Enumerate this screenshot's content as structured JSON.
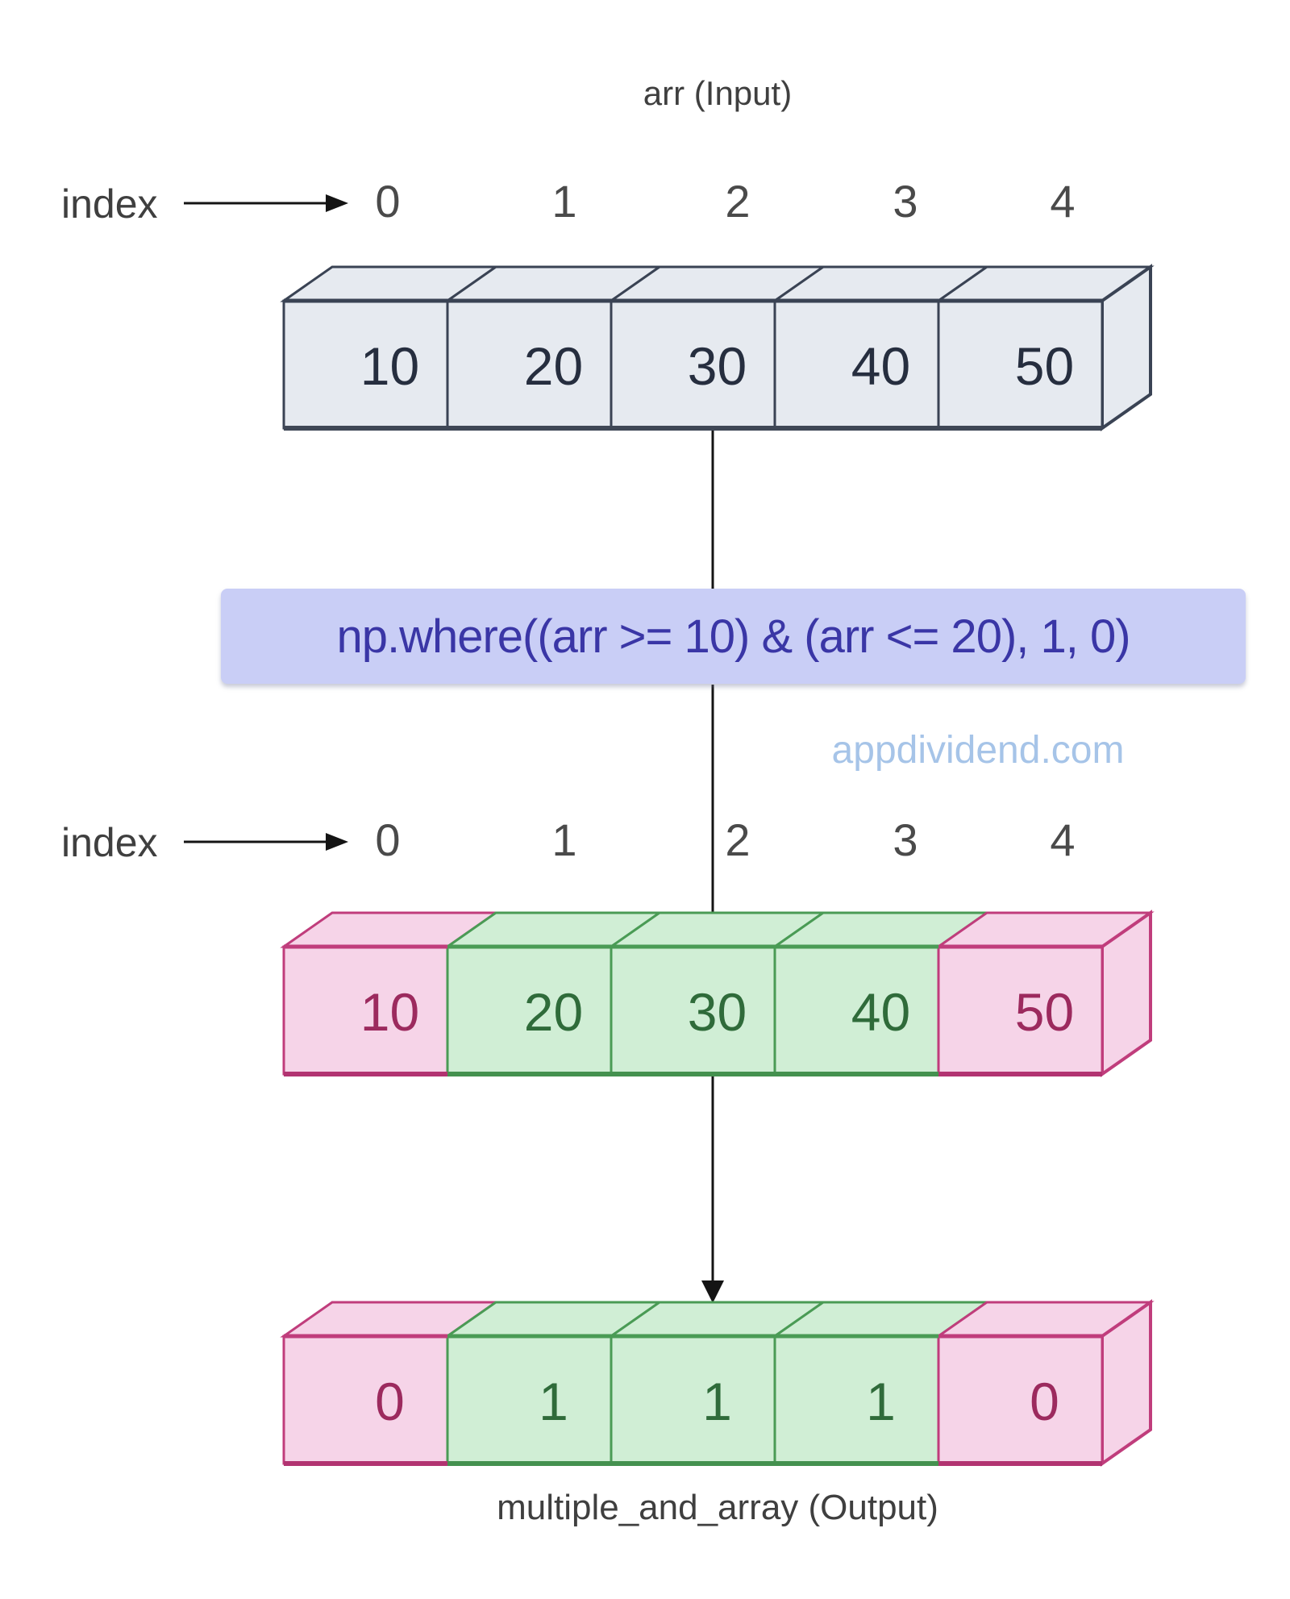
{
  "title": "arr (Input)",
  "index_rows": {
    "label": "index",
    "values": [
      "0",
      "1",
      "2",
      "3",
      "4"
    ]
  },
  "expression": "np.where((arr >= 10) & (arr <= 20), 1, 0)",
  "watermark": "appdividend.com",
  "output_label": "multiple_and_array (Output)",
  "colors": {
    "line": "#141414",
    "label_text": "#3f3f3f",
    "index_text": "#4a4a4a",
    "expression_bg": "#c9cef6",
    "expression_text": "#3a36a6",
    "watermark_text": "#a6c4e8",
    "schemes": {
      "gray": {
        "fill": "#e6eaf0",
        "border": "#3a4354",
        "edge": "#3f4756",
        "text": "#262e3f"
      },
      "pink": {
        "fill": "#f6d4e8",
        "border": "#c03d7c",
        "edge": "#b23371",
        "text": "#9c2a5e"
      },
      "green": {
        "fill": "#d0eed5",
        "border": "#4a9b55",
        "edge": "#44914f",
        "text": "#2f6b3a"
      }
    }
  },
  "arrays": [
    {
      "name": "input-array",
      "values": [
        "10",
        "20",
        "30",
        "40",
        "50"
      ],
      "cell_colors": [
        "gray",
        "gray",
        "gray",
        "gray",
        "gray"
      ]
    },
    {
      "name": "condition-array",
      "values": [
        "10",
        "20",
        "30",
        "40",
        "50"
      ],
      "cell_colors": [
        "pink",
        "green",
        "green",
        "green",
        "pink"
      ]
    },
    {
      "name": "output-array",
      "values": [
        "0",
        "1",
        "1",
        "1",
        "0"
      ],
      "cell_colors": [
        "pink",
        "green",
        "green",
        "green",
        "pink"
      ]
    }
  ]
}
